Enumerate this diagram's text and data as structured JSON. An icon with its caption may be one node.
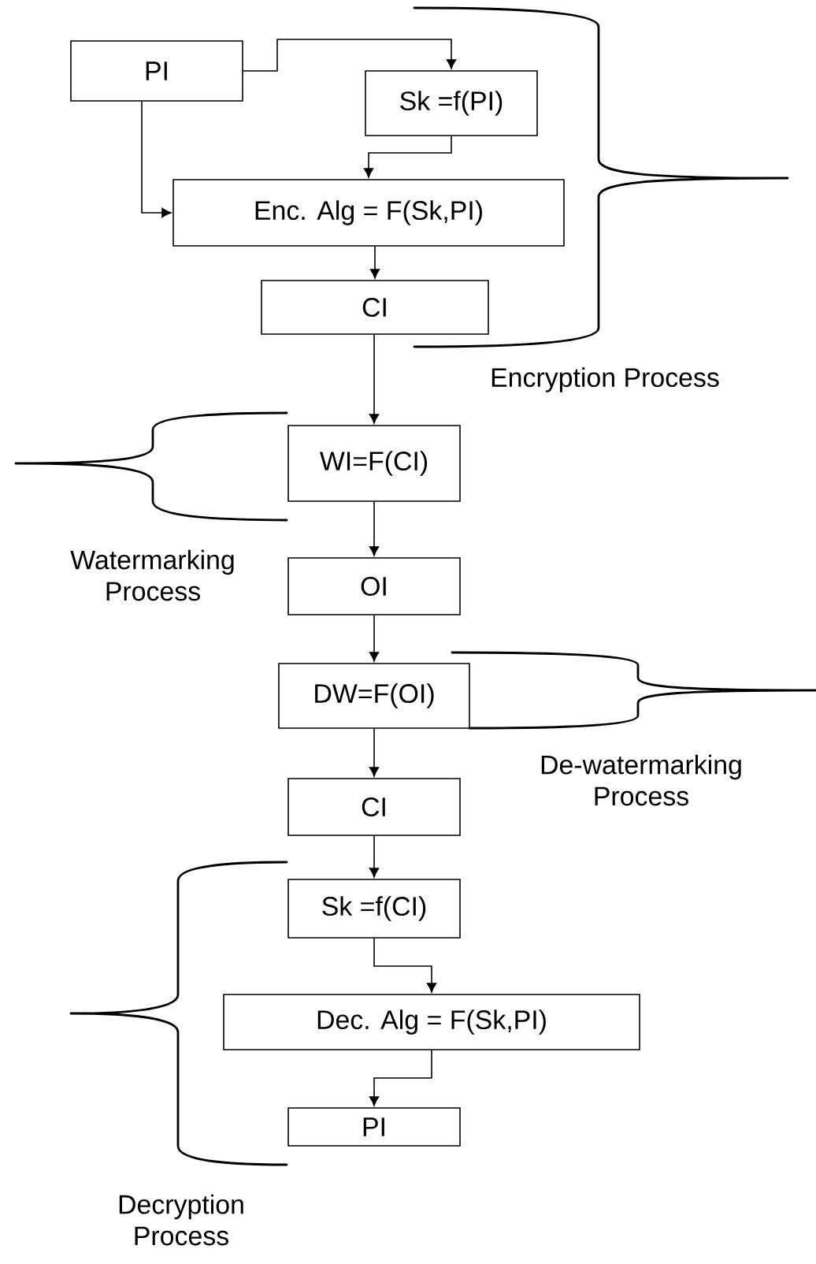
{
  "diagram": {
    "nodes": [
      {
        "text": [
          "PI"
        ]
      },
      {
        "text": [
          "Sk =f(PI)"
        ]
      },
      {
        "text": [
          "Enc. Alg = F(Sk,PI)"
        ]
      },
      {
        "text": [
          "CI"
        ]
      },
      {
        "text": [
          "WI=F(CI)"
        ]
      },
      {
        "text": [
          "OI"
        ]
      },
      {
        "text": [
          "DW=F(OI)"
        ]
      },
      {
        "text": [
          "CI"
        ]
      },
      {
        "text": [
          "Sk =f(CI)"
        ]
      },
      {
        "text": [
          "Dec. Alg = F(Sk,PI)"
        ]
      },
      {
        "text": [
          "PI"
        ]
      }
    ],
    "edges": [
      {
        "from": 0,
        "to": 1,
        "arrow": "to"
      },
      {
        "from": 0,
        "to": 2,
        "arrow": "to"
      },
      {
        "from": 1,
        "to": 2,
        "arrow": "to"
      },
      {
        "from": 2,
        "to": 3,
        "arrow": "to"
      },
      {
        "from": 3,
        "to": 4,
        "arrow": "to"
      },
      {
        "from": 4,
        "to": 5,
        "arrow": "to"
      },
      {
        "from": 5,
        "to": 6,
        "arrow": "to"
      },
      {
        "from": 6,
        "to": 7,
        "arrow": "to"
      },
      {
        "from": 7,
        "to": 8,
        "arrow": "to"
      },
      {
        "from": 8,
        "to": 9,
        "arrow": "to"
      },
      {
        "from": 9,
        "to": 10,
        "arrow": "to"
      }
    ],
    "labels": [
      "Encryption Process",
      "Watermarking Process",
      "De-watermarking Process",
      "Decryption Process"
    ]
  }
}
